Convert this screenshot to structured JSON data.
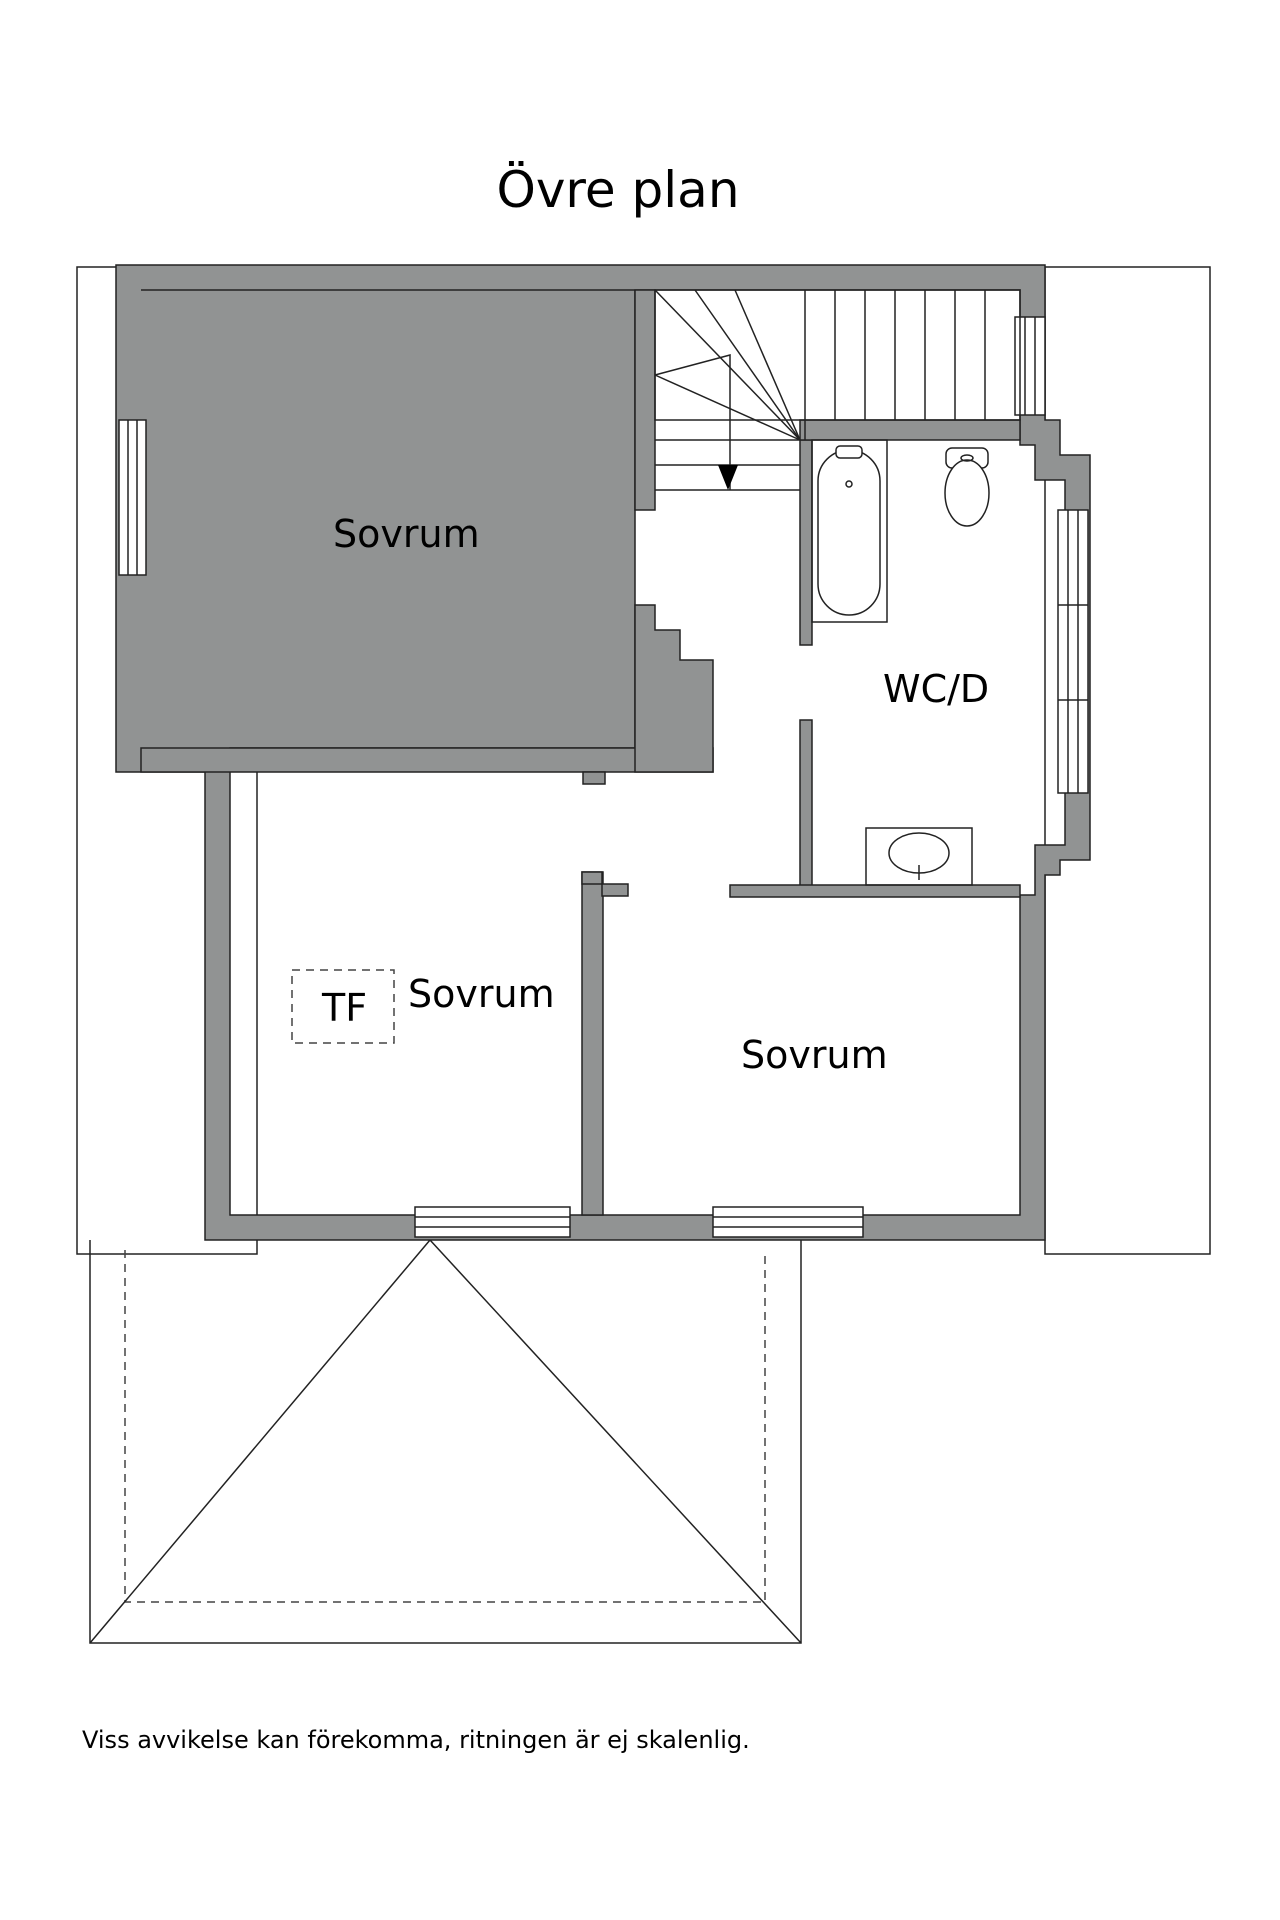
{
  "title": "Övre plan",
  "rooms": {
    "sovrum_top": "Sovrum",
    "sovrum_left": "Sovrum",
    "sovrum_right": "Sovrum",
    "wc": "WC/D",
    "tf": "TF"
  },
  "disclaimer": "Viss avvikelse kan förekomma, ritningen är ej skalenlig.",
  "colors": {
    "wall": "#919393",
    "line": "#222222",
    "background": "#ffffff"
  }
}
